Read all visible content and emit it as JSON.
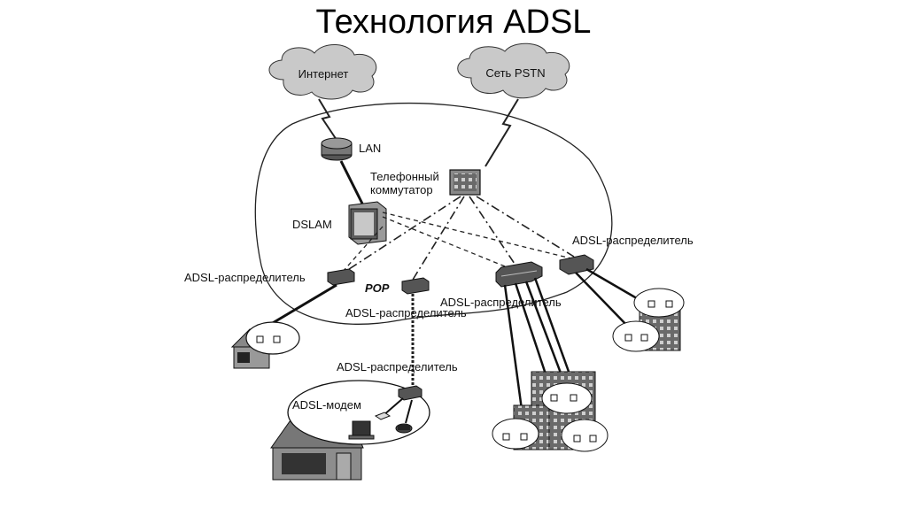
{
  "title": "Технология ADSL",
  "labels": {
    "internet": "Интернет",
    "pstn": "Сеть PSTN",
    "lan": "LAN",
    "switch_line1": "Телефонный",
    "switch_line2": "коммутатор",
    "dslam": "DSLAM",
    "splitter_left": "ADSL-распределитель",
    "pop": "POP",
    "splitter_pop": "ADSL-распределитель",
    "splitter_center": "ADSL-распределитель",
    "splitter_right": "ADSL-распределитель",
    "splitter_bottom": "ADSL-распределитель",
    "modem": "ADSL-модем"
  }
}
